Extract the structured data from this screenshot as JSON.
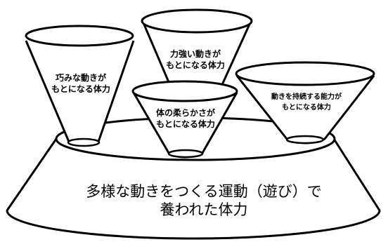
{
  "base": {
    "line1": "多様な動きをつくる運動（遊び）で",
    "line2": "養われた体力"
  },
  "cups": {
    "skill": {
      "line1": "巧みな動きが",
      "line2": "もとになる体力"
    },
    "power": {
      "line1": "力強い動きが",
      "line2": "もとになる体力"
    },
    "flex": {
      "line1": "体の柔らかさが",
      "line2": "もとになる体力"
    },
    "endurance": {
      "line1": "動きを持続する能力が",
      "line2": "もとになる体力"
    }
  },
  "colors": {
    "stroke": "#000000",
    "fill": "#ffffff",
    "shade": "#e6e6e6"
  }
}
